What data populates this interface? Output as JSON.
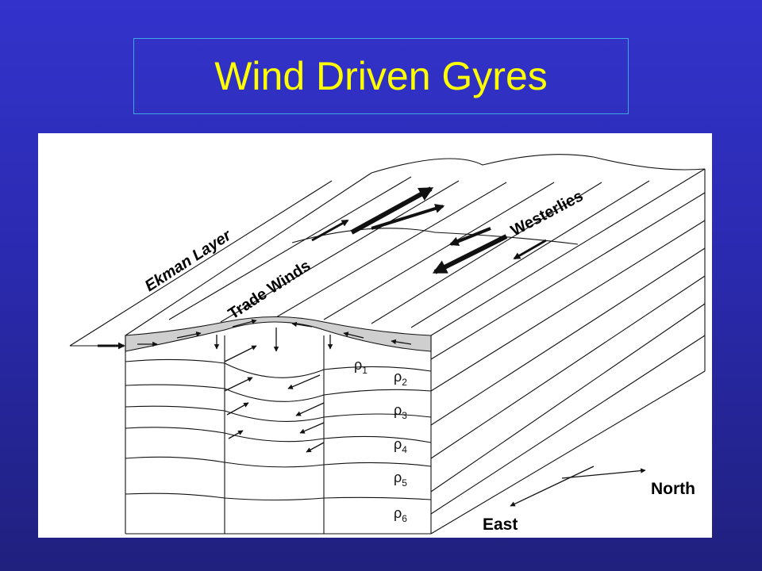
{
  "slide": {
    "title": "Wind Driven Gyres"
  },
  "diagram": {
    "labels": {
      "ekman_layer": "Ekman Layer",
      "trade_winds": "Trade Winds",
      "westerlies": "Westerlies",
      "north": "North",
      "east": "East"
    },
    "density_layers": [
      {
        "symbol": "ρ",
        "sub": "1"
      },
      {
        "symbol": "ρ",
        "sub": "2"
      },
      {
        "symbol": "ρ",
        "sub": "3"
      },
      {
        "symbol": "ρ",
        "sub": "4"
      },
      {
        "symbol": "ρ",
        "sub": "5"
      },
      {
        "symbol": "ρ",
        "sub": "6"
      }
    ],
    "colors": {
      "ekman_fill": "#cfcfcf",
      "line": "#111111"
    }
  }
}
